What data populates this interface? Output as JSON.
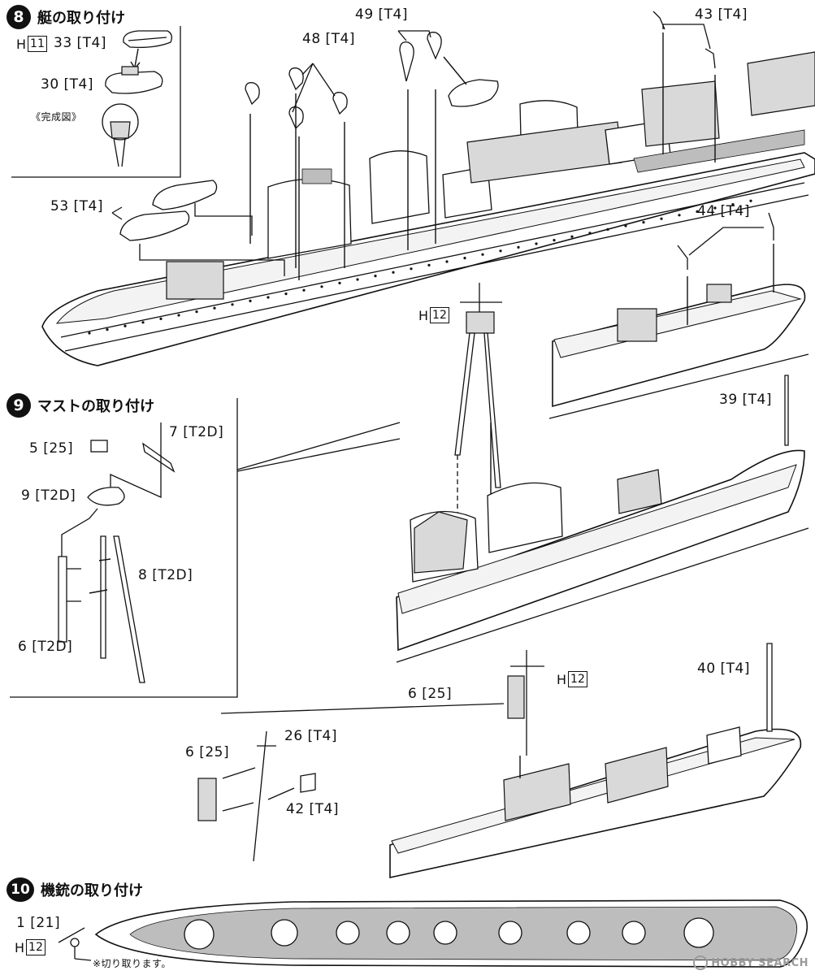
{
  "step8": {
    "number": "8",
    "title": "艇の取り付け",
    "inset": {
      "sheet_prefix": "H",
      "sheet_box": "11",
      "part_33": "33 [T4]",
      "part_30": "30 [T4]",
      "complete_label": "《完成図》"
    },
    "labels": {
      "part_49": "49 [T4]",
      "part_48": "48 [T4]",
      "part_43": "43 [T4]",
      "part_53": "53 [T4]",
      "part_44": "44 [T4]"
    }
  },
  "step9": {
    "number": "9",
    "title": "マストの取り付け",
    "labels": {
      "part_5": "5 [25]",
      "part_7": "7 [T2D]",
      "part_9": "9 [T2D]",
      "part_8": "8 [T2D]",
      "part_6_t2d": "6 [T2D]",
      "part_39": "39 [T4]",
      "part_40": "40 [T4]",
      "part_6_25_right": "6 [25]",
      "part_6_25_left": "6 [25]",
      "part_26": "26 [T4]",
      "part_42": "42 [T4]"
    },
    "sheet_a": {
      "prefix": "H",
      "box": "12"
    },
    "sheet_b": {
      "prefix": "H",
      "box": "12"
    }
  },
  "step10": {
    "number": "10",
    "title": "機銃の取り付け",
    "part_1": "1 [21]",
    "sheet": {
      "prefix": "H",
      "box": "12"
    },
    "cut_note": "※切り取ります。"
  },
  "watermark": {
    "text": "HOBBY SEARCH"
  },
  "colors": {
    "ink": "#111111",
    "paper": "#ffffff",
    "hatch": "#bdbdbd",
    "watermark": "#9a9a9a"
  },
  "icons": [
    "step-badge",
    "ship-hull",
    "boat-part",
    "davit-part",
    "mast-part",
    "arrow"
  ]
}
